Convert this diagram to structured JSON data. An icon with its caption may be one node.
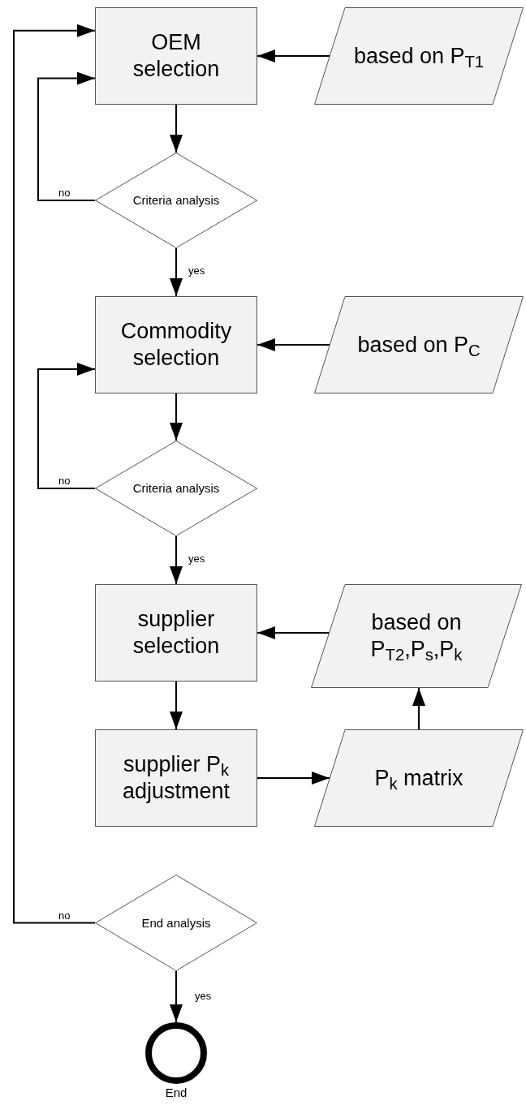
{
  "diagram": {
    "nodes": [
      {
        "text": [
          "OEM selection"
        ]
      },
      {
        "text": [
          "based on P$_{T1}$"
        ]
      },
      {
        "text": [
          "Criteria analysis"
        ]
      },
      {
        "text": [
          "Commodity selection"
        ]
      },
      {
        "text": [
          "based on P$_{C}$"
        ]
      },
      {
        "text": [
          "Criteria analysis"
        ]
      },
      {
        "text": [
          "supplier selection"
        ]
      },
      {
        "text": [
          "based on P$_{T2}$,P$_{s}$,P$_{k}$"
        ]
      },
      {
        "text": [
          "supplier P$_{k}$ adjustment"
        ]
      },
      {
        "text": [
          "P$_{k}$ matrix"
        ]
      },
      {
        "text": [
          "End analysis"
        ]
      },
      {
        "text": [],
        "shape": "circle",
        "beside": [
          "End"
        ]
      }
    ],
    "edges": [
      {
        "from": 1,
        "to": 0,
        "arrow": "to"
      },
      {
        "from": 0,
        "to": 2,
        "arrow": "to"
      },
      {
        "from": 2,
        "to": 0,
        "arrow": "to",
        "label": "no"
      },
      {
        "from": 2,
        "to": 3,
        "arrow": "to",
        "label": "yes"
      },
      {
        "from": 4,
        "to": 3,
        "arrow": "to"
      },
      {
        "from": 3,
        "to": 5,
        "arrow": "to"
      },
      {
        "from": 5,
        "to": 3,
        "arrow": "to",
        "label": "no"
      },
      {
        "from": 5,
        "to": 6,
        "arrow": "to",
        "label": "yes"
      },
      {
        "from": 7,
        "to": 6,
        "arrow": "to"
      },
      {
        "from": 6,
        "to": 8,
        "arrow": "to"
      },
      {
        "from": 8,
        "to": 9,
        "arrow": "to"
      },
      {
        "from": 9,
        "to": 7,
        "arrow": "to"
      },
      {
        "from": 10,
        "to": 0,
        "arrow": "to",
        "label": "no"
      },
      {
        "from": 10,
        "to": 11,
        "arrow": "to",
        "label": "yes"
      }
    ]
  }
}
